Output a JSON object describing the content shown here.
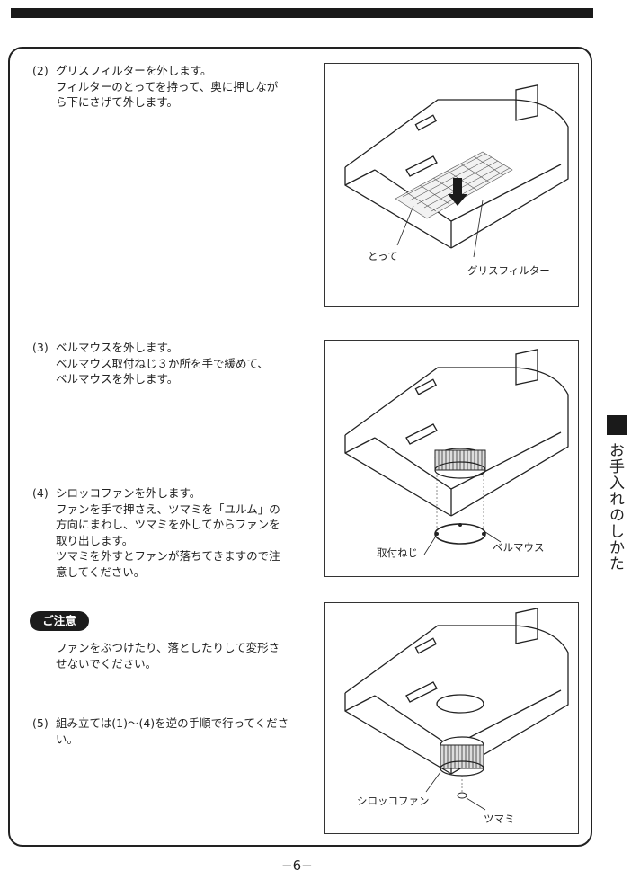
{
  "steps": [
    {
      "num": "(2)",
      "lines": [
        "グリスフィルターを外します。",
        "フィルターのとってを持って、奥に押しなが",
        "ら下にさげて外します。"
      ]
    },
    {
      "num": "(3)",
      "lines": [
        "ベルマウスを外します。",
        "ベルマウス取付ねじ３か所を手で緩めて、",
        "ベルマウスを外します。"
      ]
    },
    {
      "num": "(4)",
      "lines": [
        "シロッコファンを外します。",
        "ファンを手で押さえ、ツマミを「ユルム」の",
        "方向にまわし、ツマミを外してからファンを",
        "取り出します。",
        "ツマミを外すとファンが落ちてきますので注",
        "意してください。"
      ]
    },
    {
      "num": "(5)",
      "lines": [
        "組み立ては(1)〜(4)を逆の手順で行ってくださ",
        "い。"
      ]
    }
  ],
  "caution": {
    "label": "ご注意",
    "lines": [
      "ファンをぶつけたり、落としたりして変形さ",
      "せないでください。"
    ]
  },
  "figures": {
    "fig1": {
      "label_handle": "とって",
      "label_filter": "グリスフィルター"
    },
    "fig2": {
      "label_screw": "取付ねじ",
      "label_bellmouth": "ベルマウス"
    },
    "fig3": {
      "label_fan": "シロッコファン",
      "label_knob": "ツマミ"
    }
  },
  "side_title": "お手入れのしかた",
  "page_number": "−6−"
}
